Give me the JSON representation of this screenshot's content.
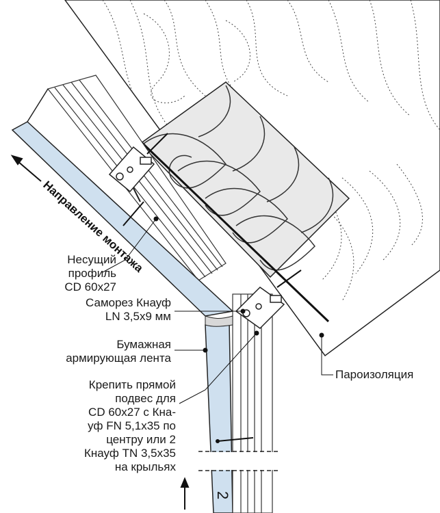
{
  "labels": {
    "direction": "Направление монтажа",
    "profile": [
      "Несущий",
      "профиль",
      "CD 60x27"
    ],
    "screw": [
      "Саморез Кнауф",
      "LN 3,5x9 мм"
    ],
    "tape": [
      "Бумажная",
      "армирующая лента"
    ],
    "hanger": [
      "Крепить прямой",
      "подвес для",
      "CD 60x27 с Кна-",
      "уф FN 5,1x35 по",
      "центру или 2",
      "Кнауф TN 3,5x35",
      "на крыльях"
    ],
    "vapor_barrier": "Пароизоляция",
    "layer_number": "2"
  },
  "colors": {
    "board_fill": "#cfe0ef",
    "line": "#222222",
    "insulation_fill": "#e9e9e9",
    "wood_fill": "#ffffff"
  }
}
